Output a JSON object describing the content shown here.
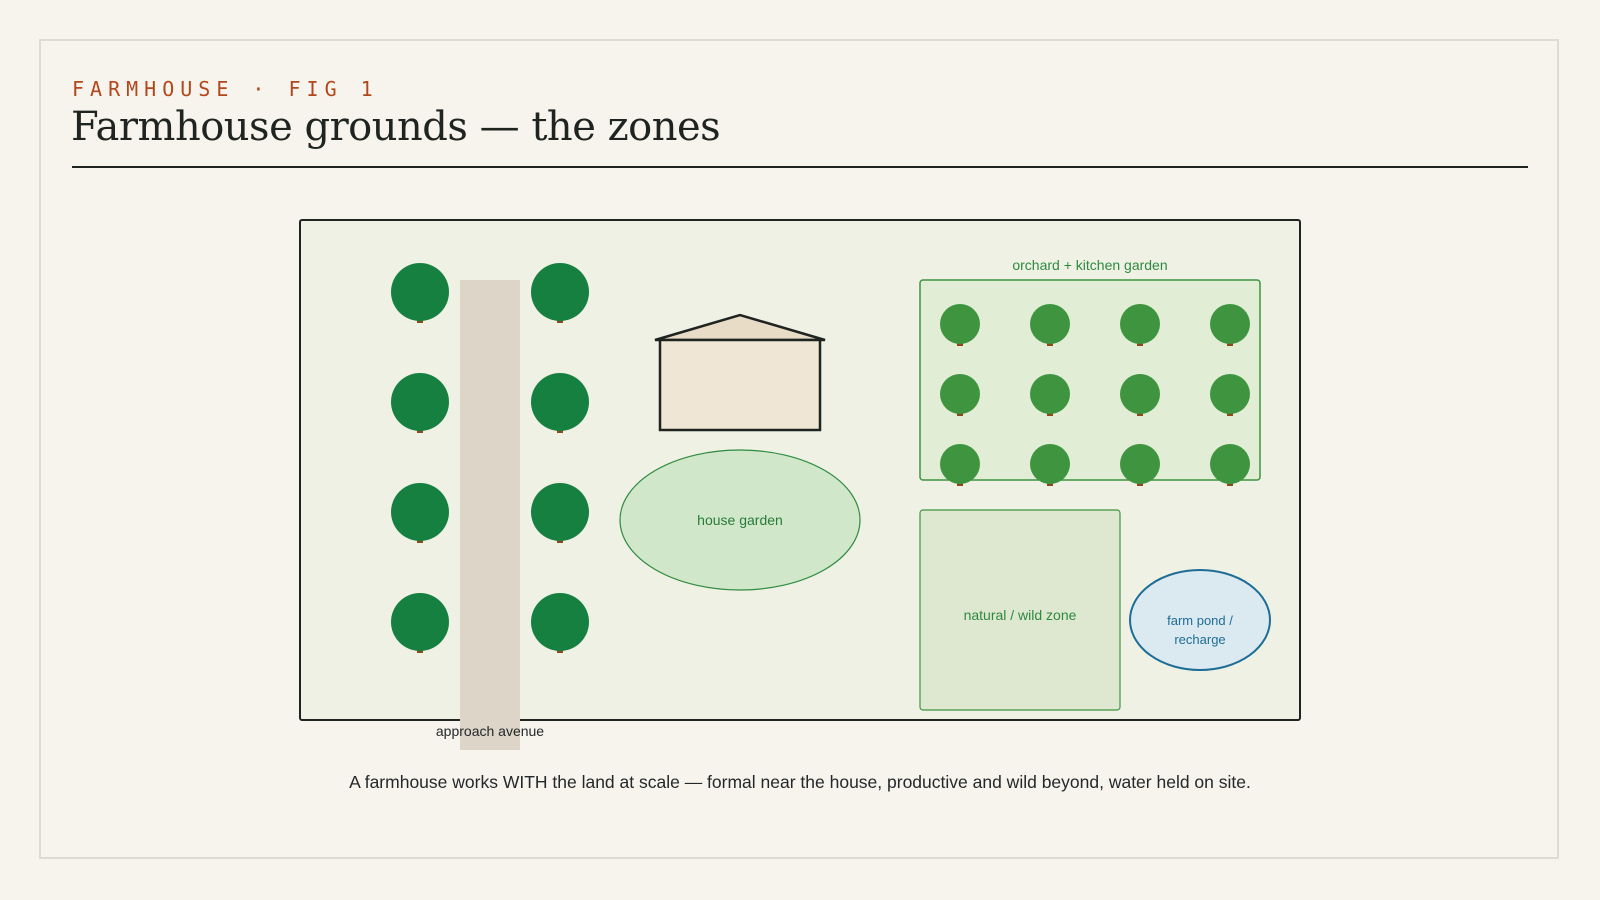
{
  "header": {
    "kicker": "FARMHOUSE · FIG 1",
    "title": "Farmhouse grounds — the zones"
  },
  "diagram": {
    "labels": {
      "approach_avenue": "approach avenue",
      "orchard": "orchard + kitchen garden",
      "house_garden": "house garden",
      "wild_zone": "natural / wild zone",
      "pond_line1": "farm pond /",
      "pond_line2": "recharge"
    },
    "avenue_rows": 4,
    "orchard_rows": 3,
    "orchard_cols": 4,
    "colors": {
      "site": "#eff1e5",
      "avenue_tree": "#168040",
      "orchard_tree": "#3f943f",
      "trunk": "#8a4a1c",
      "road": "#dcd5c8",
      "house": "#efe6d6",
      "house_garden": "#d0e8c9",
      "orchard_bed": "#e2edd6",
      "wild": "#dee7d0",
      "pond": "#dbe9f0",
      "green_text": "#2e8a3e",
      "blue_text": "#1e6d95"
    }
  },
  "caption": "A farmhouse works WITH the land at scale — formal near the house, productive and wild beyond, water held on site."
}
